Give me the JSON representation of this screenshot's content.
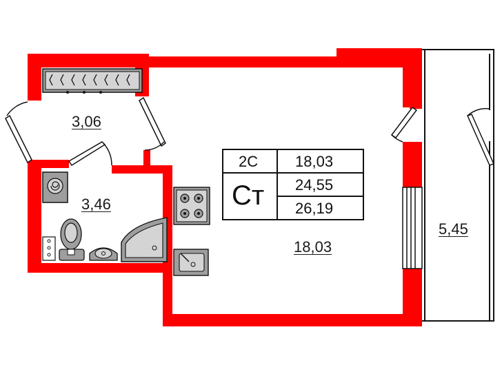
{
  "rooms": [
    {
      "id": "loggia",
      "area": "5,45"
    },
    {
      "id": "bathroom",
      "area": "3,46"
    },
    {
      "id": "hall",
      "area": "3,06"
    },
    {
      "id": "main",
      "area": "18,03"
    }
  ],
  "summary": {
    "code": "2С",
    "type_symbol": "Ст",
    "living_area": "18,03",
    "total_area": "24,55",
    "total_area_with_loggia": "26,19"
  },
  "colors": {
    "wall": "#ff0000",
    "line": "#111111",
    "fixture": "#9e9e9e",
    "fixture_light": "#d4d4d4"
  },
  "icons": [
    "radiator-icon",
    "washing-machine-icon",
    "toilet-icon",
    "sink-icon",
    "shower-icon",
    "stove-icon",
    "kitchen-sink-icon",
    "meter-panel-icon",
    "door-swing-icon",
    "window-icon"
  ]
}
